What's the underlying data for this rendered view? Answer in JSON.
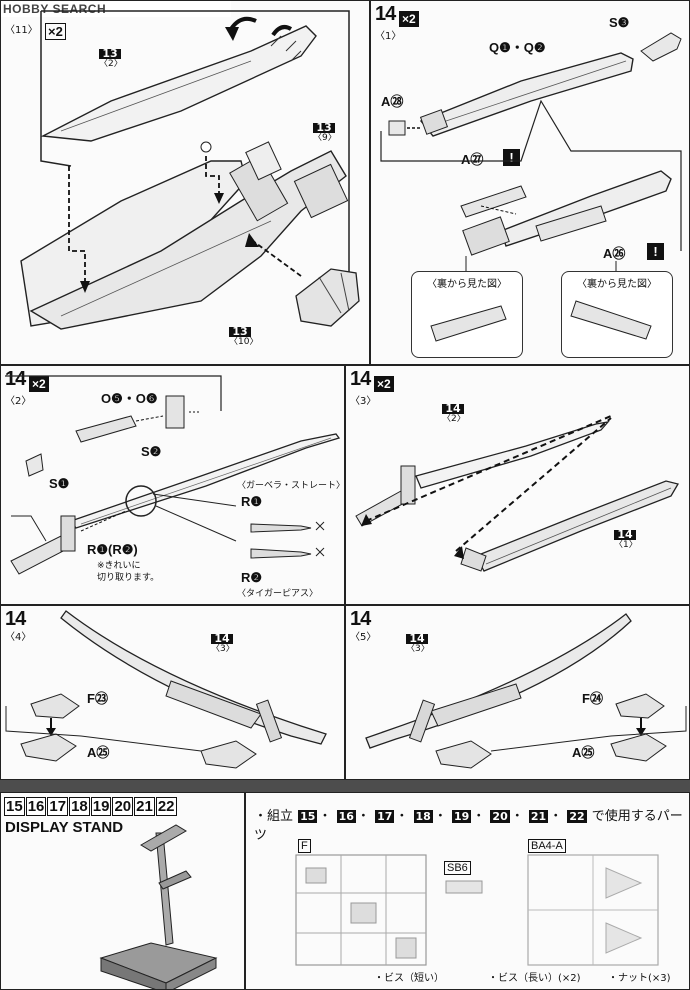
{
  "header": {
    "logo_text": "HOBBY SEARCH"
  },
  "step13": {
    "sub": "〈11〉",
    "mult": "×2",
    "refs": [
      {
        "num": "13",
        "sub": "〈2〉"
      },
      {
        "num": "13",
        "sub": "〈9〉"
      },
      {
        "num": "13",
        "sub": "〈10〉"
      }
    ]
  },
  "step14_1": {
    "num": "14",
    "sub": "〈1〉",
    "mult": "×2",
    "parts": {
      "q": "Q❶・Q❷",
      "s3": "S❸",
      "a28": "A㉘",
      "a27": "A㉗",
      "a26": "A㉖",
      "warn": "!"
    },
    "bubble_left": "〈裏から見た図〉",
    "bubble_right": "〈裏から見た図〉"
  },
  "step14_2": {
    "num": "14",
    "sub": "〈2〉",
    "mult": "×2",
    "parts": {
      "o": "O❺・O❻",
      "s2": "S❷",
      "s1": "S❶",
      "r": "R❶(R❷)",
      "note1": "※きれいに",
      "note2": "切り取ります。"
    },
    "options": {
      "title": "〈ガーベラ・ストレート〉",
      "r1": "R❶",
      "r2": "R❷",
      "r2_caption": "〈タイガーピアス〉"
    }
  },
  "step14_3": {
    "num": "14",
    "sub": "〈3〉",
    "mult": "×2",
    "refs": [
      {
        "num": "14",
        "sub": "〈2〉"
      },
      {
        "num": "14",
        "sub": "〈1〉"
      }
    ]
  },
  "step14_4": {
    "num": "14",
    "sub": "〈4〉",
    "ref": {
      "num": "14",
      "sub": "〈3〉"
    },
    "parts": {
      "f": "F㉓",
      "a": "A㉕"
    }
  },
  "step14_5": {
    "num": "14",
    "sub": "〈5〉",
    "ref": {
      "num": "14",
      "sub": "〈3〉"
    },
    "parts": {
      "f": "F㉔",
      "a": "A㉕"
    }
  },
  "stand": {
    "steps": [
      "15",
      "16",
      "17",
      "18",
      "19",
      "20",
      "21",
      "22"
    ],
    "title": "DISPLAY STAND"
  },
  "parts_list": {
    "prefix": "・組立",
    "steps": [
      "15",
      "16",
      "17",
      "18",
      "19",
      "20",
      "21",
      "22"
    ],
    "suffix": "で使用するパーツ",
    "runners": [
      "F",
      "SB6",
      "BA4-A"
    ],
    "footer": [
      "・ビス（短い）",
      "・ビス（長い）(×2)",
      "・ナット(×3)"
    ]
  }
}
